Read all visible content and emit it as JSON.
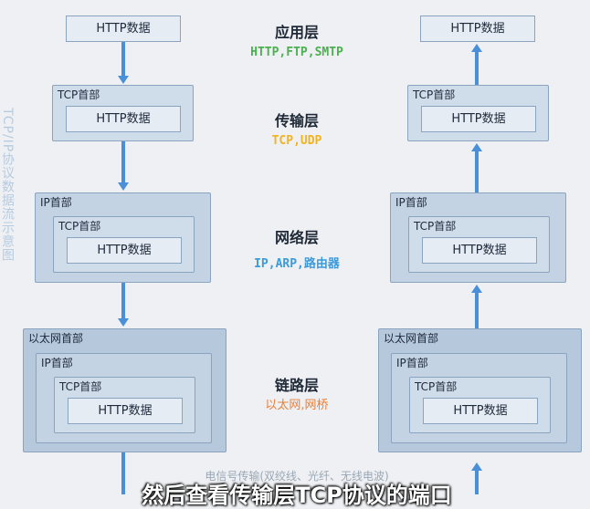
{
  "vertical_title": "TCP/IP协议数据流示意图",
  "headers": {
    "http": "HTTP数据",
    "tcp": "TCP首部",
    "ip": "IP首部",
    "eth": "以太网首部"
  },
  "layers": [
    {
      "name": "应用层",
      "protocols": "HTTP,FTP,SMTP",
      "color": "#4caf50"
    },
    {
      "name": "传输层",
      "protocols": "TCP,UDP",
      "color": "#f0b323"
    },
    {
      "name": "网络层",
      "protocols": "IP,ARP,路由器",
      "color": "#3d9ad9"
    },
    {
      "name": "链路层",
      "protocols": "以太网,网桥",
      "color": "#e8803a"
    }
  ],
  "bottom_note": "电信号传输(双绞线、光纤、无线电波)",
  "subtitle": "然后查看传输层TCP协议的端口"
}
